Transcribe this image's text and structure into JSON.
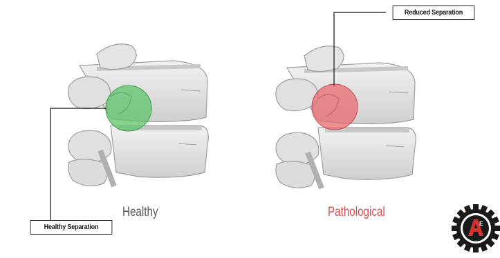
{
  "labels": {
    "reduced_separation": "Reduced Separation",
    "healthy_separation": "Healthy Separation",
    "healthy_caption": "Healthy",
    "pathological_caption": "Pathological",
    "logo_text": "AE"
  },
  "colors": {
    "healthy_marker": "#5cc46a",
    "pathological_marker": "#e8656b",
    "pathological_text": "#d94a4f",
    "bone_fill": "#e6e6e6",
    "bone_shadow": "#bdbdbd",
    "logo_dark": "#1a1a1a",
    "logo_red": "#d6312f"
  },
  "icons": [
    "vertebra-illustration",
    "gear-logo-icon"
  ]
}
